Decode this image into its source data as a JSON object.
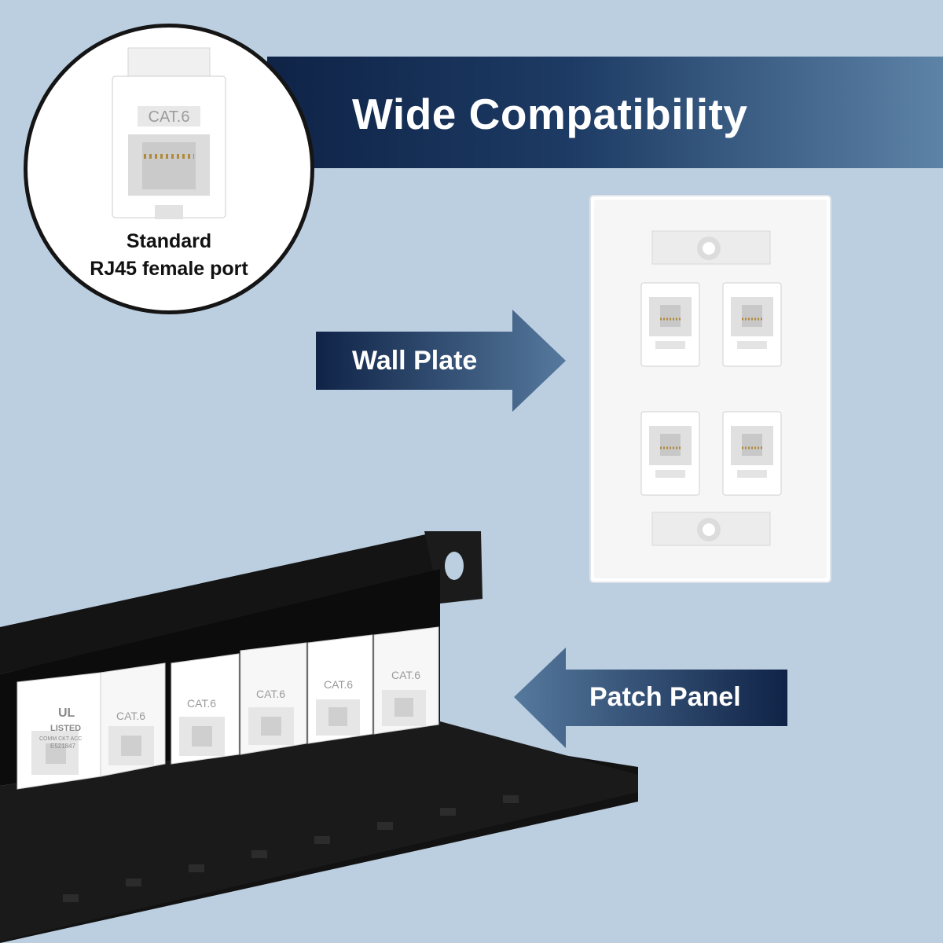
{
  "banner": {
    "title": "Wide Compatibility"
  },
  "callout": {
    "port_label": "CAT.6",
    "caption_line1": "Standard",
    "caption_line2": "RJ45 female port"
  },
  "arrows": {
    "wall_plate": "Wall Plate",
    "patch_panel": "Patch Panel"
  },
  "jack_markings": {
    "cat_label": "CAT.6",
    "listed": "LISTED",
    "comm": "COMM CKT ACC",
    "code": "E521847",
    "ul": "UL"
  },
  "colors": {
    "background": "#bccfe1",
    "banner_dark": "#0f2347",
    "banner_light": "#5d83a7",
    "panel_black": "#101010"
  }
}
